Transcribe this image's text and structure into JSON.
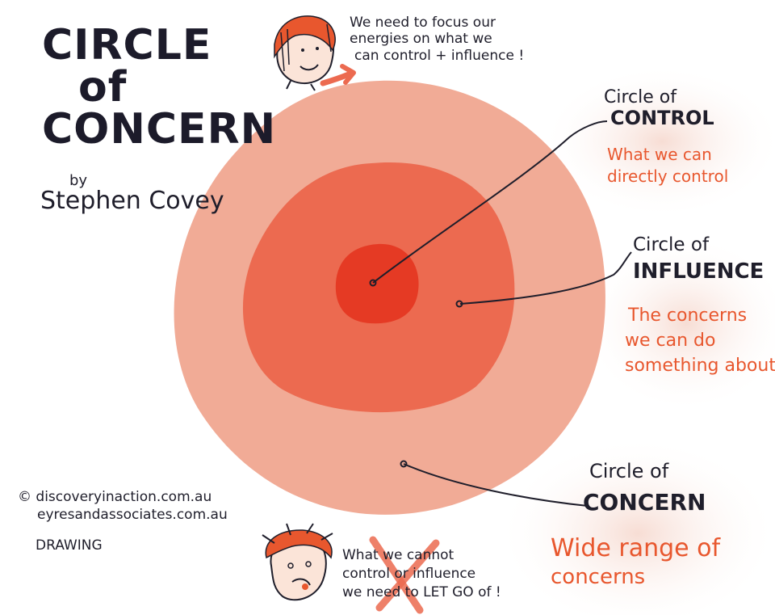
{
  "title": {
    "line1": "CIRCLE",
    "line2": "of",
    "line3": "CONCERN",
    "by": "by",
    "author": "Stephen Covey"
  },
  "top_note": {
    "line1": "We need to focus our",
    "line2": "energies on what we",
    "line3": "can control + influence !"
  },
  "control": {
    "line1": "Circle of",
    "line2": "CONTROL",
    "desc1": "What we can",
    "desc2": "directly control"
  },
  "influence": {
    "line1": "Circle of",
    "line2": "INFLUENCE",
    "desc1": "The concerns",
    "desc2": "we can do",
    "desc3": "something about"
  },
  "concern": {
    "line1": "Circle of",
    "line2": "CONCERN",
    "desc1": "Wide range of",
    "desc2": "concerns"
  },
  "credits": {
    "line1": "© discoveryinaction.com.au",
    "line2": "eyresandassociates.com.au",
    "line3": "DRAWING"
  },
  "bottom_note": {
    "line1": "What we cannot",
    "line2": "control or influence",
    "line3": "we need to LET GO of !"
  },
  "colors": {
    "concern_fill": "#f1ab96",
    "influence_fill": "#ec6a50",
    "control_fill": "#e53a24",
    "accent_text": "#e8572e",
    "ink": "#1f1e2b"
  }
}
